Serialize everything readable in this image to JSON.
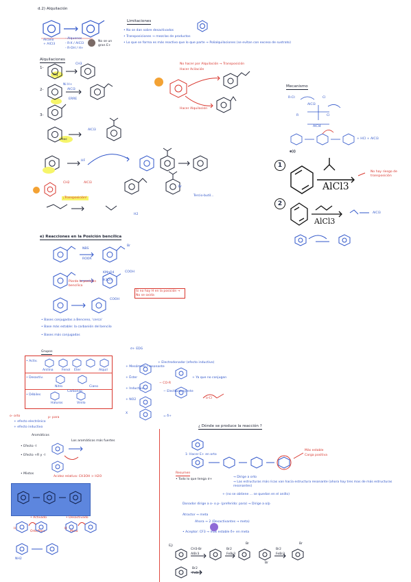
{
  "header": {
    "section_title": "d.2) Alquilación"
  },
  "top_reaction": {
    "reagent_line1": "Alcano",
    "reagent_line2": "+ AlCl3",
    "conditions": [
      "- Alquenos",
      "- R-X / AlCl3",
      "- R-OH / H+"
    ],
    "note": "No se un gran E+"
  },
  "limitaciones": {
    "title": "Limitaciones",
    "items": [
      "• No se dan sobre desactivados",
      "• Transposiciones → mezclas de productos",
      "• Lo que se forma es más reactivo que lo que parte → Polialquilaciones (se evitan con exceso de sustrato)"
    ]
  },
  "alquilaciones": {
    "title": "Alquilaciones",
    "steps": [
      "1-",
      "2-",
      "3-"
    ],
    "reagents": [
      "CH3",
      "Ni H+",
      "AlCl3",
      "ERRE",
      "AlCl3"
    ],
    "margin_labels": [
      "Alq",
      "exc"
    ]
  },
  "transposicion": {
    "highlight": "¡Transposición!",
    "note_main": "No hacer por Alquilación → Transposición",
    "note_side": "Hacer Acilación",
    "bottom_label": "Hacer Alquilación",
    "reagents": [
      "CH2",
      "AlCl3",
      "HF",
      "H2",
      "Br"
    ],
    "note_right": "Tercio-butil..."
  },
  "mecanismo": {
    "title": "Mecanismo",
    "labels": [
      "R-Cl:",
      "AlCl3",
      "Cl",
      "R",
      "Cl",
      "AlCl4"
    ],
    "note": "+ HCl + AlCl3"
  },
  "example_e": {
    "label": "e))",
    "num1": "1",
    "num2": "2",
    "reagent1": "AlCl3",
    "reagent2": "AlCl3",
    "product_note": "No hay riesgo de transposición",
    "small_note": "AlCl3"
  },
  "bencilica": {
    "title": "e) Reacciones en la Posición bencílica",
    "reagents": [
      "NBS",
      "ROOR",
      "KMnO4",
      "H3O+"
    ],
    "product_labels": [
      "Br",
      "COOH",
      "COOH"
    ],
    "note_red": "Si no hay H en la posición → No se oxida",
    "side_note": "Pierde la posición bencílica",
    "list": [
      "• Bases conjugadas a Benceno, 'cerca'",
      "• Base más estable: la carbanión del bencilo",
      "• Bases más conjugadas"
    ]
  },
  "resumen_tabla": {
    "title": "Grupos",
    "rows": [
      "• Activ.",
      "• Desactiv.",
      "• Débiles"
    ],
    "labels": [
      "Anilina",
      "Fenol",
      "Éter",
      "Alquil",
      "Nitro",
      "Ciano",
      "Carbonilo",
      "Haluros",
      "Vinilo"
    ]
  },
  "mid_notes": {
    "lines": [
      "σ+ EDG",
      "+ Electrodonador (efecto inductivo)",
      "+ Mesómero / resonante",
      "+ Ya que no conjugan",
      "+ Éster",
      "− CO-R",
      "+ Inductivo",
      "− Electroatrayente",
      "+ NO2",
      "o-Cl",
      "X",
      "= δ+"
    ]
  },
  "left_bottom": {
    "labels": [
      "o- orto",
      "p- para",
      "+ efecto electrónico",
      "+ efecto inductivo",
      "Aromáticos",
      "Los aromáticos más fuertes",
      "• Efecto -I",
      "• Efecto +R y -I",
      "• Mixtos",
      "Acidez relativa: CH3OH > H2O",
      "• Activado",
      "• Desactivado",
      "Orto/Para",
      "Meta",
      "H",
      "H",
      "NH2"
    ]
  },
  "donde": {
    "title": "¿ Dónde se produce la reacción ?",
    "labels": [
      "1- Hacer E+ en orto",
      "Más estable",
      "Carga positiva",
      "Resumen",
      "• Todo lo que tenga σ+",
      "→ Dirige a orto",
      "→ Las estructuras más ricas van hacia estructura resonante (ahora hay tres mas de más estructuras resonantes)",
      "+ (no se obtiene ... se quedan en el anillo)",
      "Donador dirige a o- o p- (preferido: para) → Dirige a o/p",
      "Atractor → meta",
      "Ahora → 2 (Desactivantes → meta)",
      "• Aceptor: CF3 → más estable δ+ en meta"
    ]
  },
  "bottom_example": {
    "label": "Ej)",
    "reagents": [
      "CH3-Br",
      "AlBr3",
      "Br2",
      "FeBr3",
      "Br2",
      "FeBr3",
      "Br2",
      "FeBr3"
    ],
    "products": [
      "Br",
      "Br",
      "Br"
    ]
  }
}
